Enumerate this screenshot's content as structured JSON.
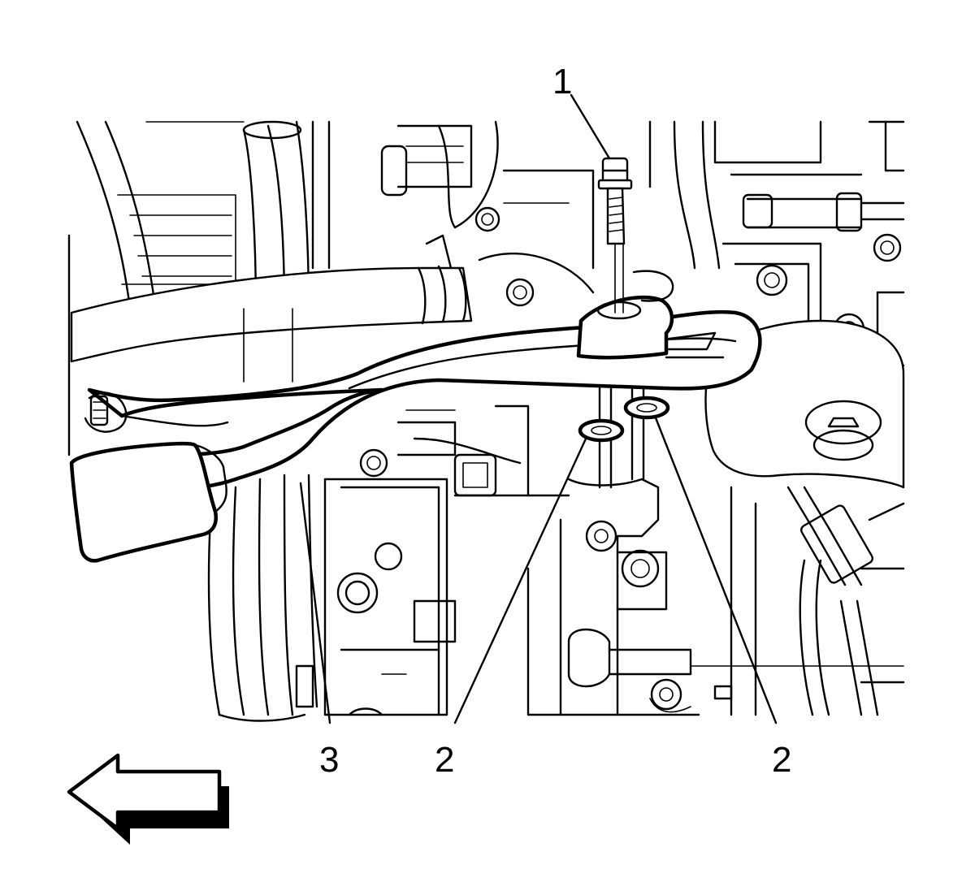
{
  "callouts": {
    "c1": "1",
    "c2a": "2",
    "c2b": "2",
    "c3": "3"
  },
  "colors": {
    "line": "#000000",
    "background": "#ffffff"
  },
  "icons": {
    "direction_arrow": "left-arrow-icon"
  }
}
